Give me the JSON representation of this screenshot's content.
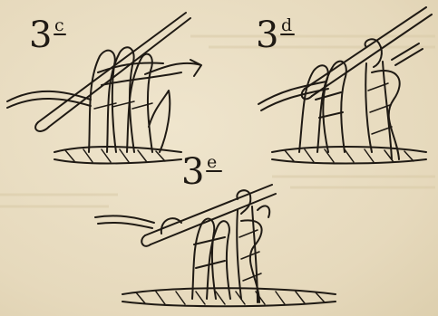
{
  "figures": [
    {
      "number": "3",
      "letter": "c"
    },
    {
      "number": "3",
      "letter": "d"
    },
    {
      "number": "3",
      "letter": "e"
    }
  ],
  "colors": {
    "paper": "#eadfc6",
    "ink": "#1f1a14"
  }
}
